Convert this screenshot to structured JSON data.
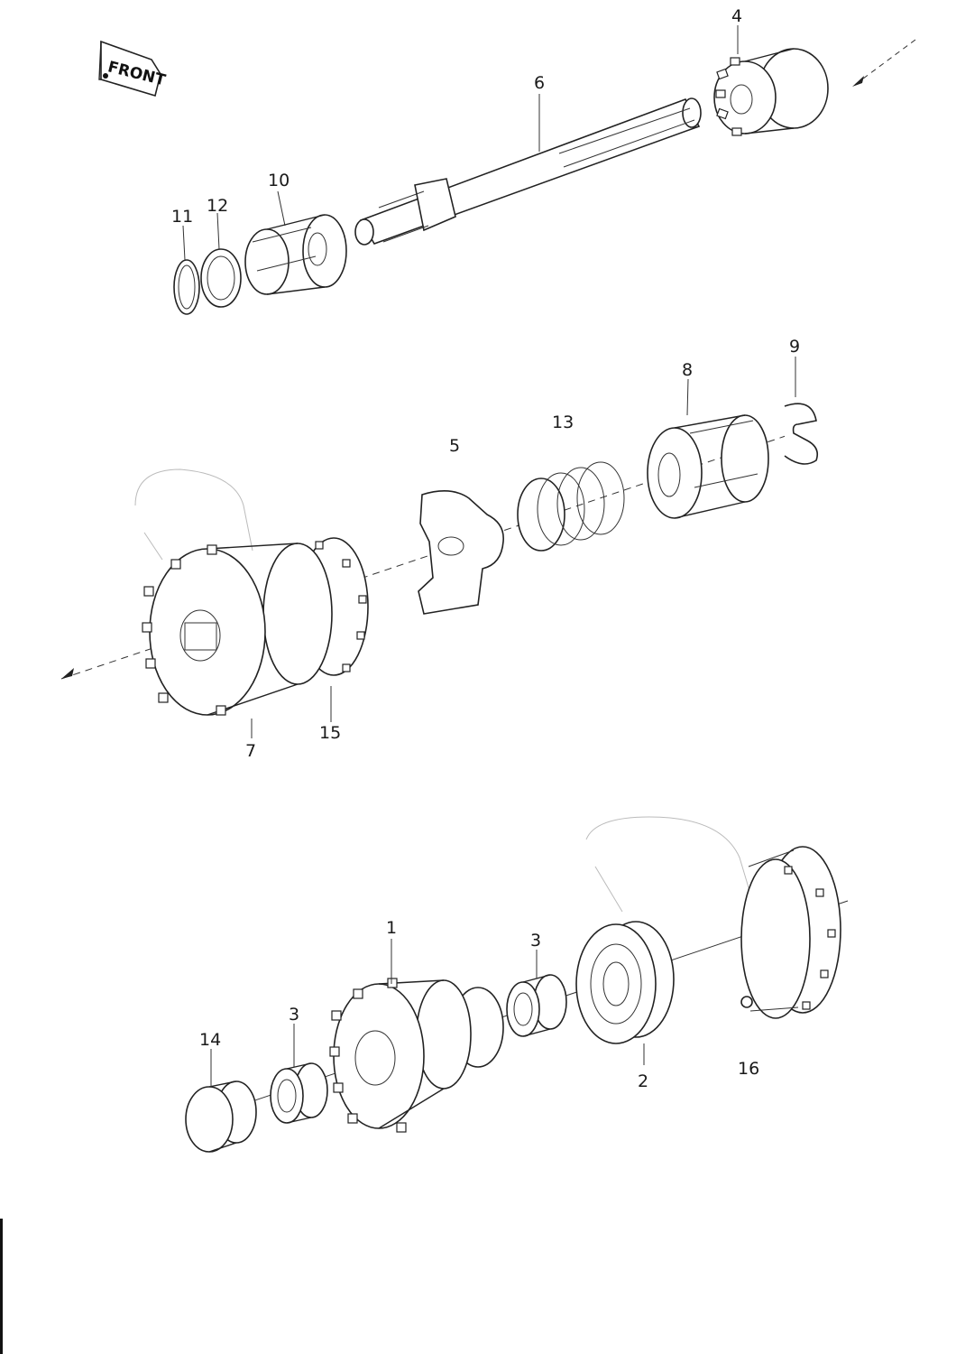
{
  "front_label": "FRONT",
  "callouts": {
    "c1": "1",
    "c2": "2",
    "c3a": "3",
    "c3b": "3",
    "c4": "4",
    "c5": "5",
    "c6": "6",
    "c7": "7",
    "c8": "8",
    "c9": "9",
    "c10": "10",
    "c11": "11",
    "c12": "12",
    "c13": "13",
    "c14": "14",
    "c15": "15",
    "c16": "16"
  }
}
